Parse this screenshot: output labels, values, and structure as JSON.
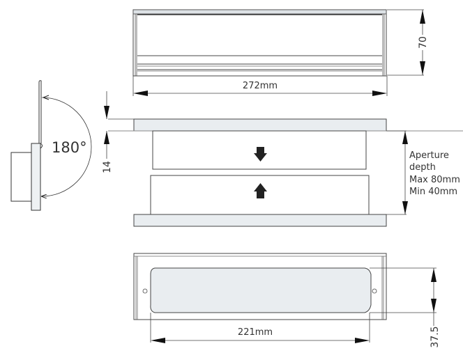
{
  "front_view": {
    "width_label": "272mm",
    "height_label": "70"
  },
  "side_view": {
    "angle_label": "180°"
  },
  "section_view": {
    "flap_offset_label": "14",
    "aperture_label_line1": "Aperture",
    "aperture_label_line2": "depth",
    "aperture_label_line3": "Max 80mm",
    "aperture_label_line4": "Min 40mm"
  },
  "back_view": {
    "aperture_width_label": "221mm",
    "aperture_height_label": "37.5"
  },
  "colors": {
    "line": "#333333",
    "fill_light": "#e9edf0"
  }
}
